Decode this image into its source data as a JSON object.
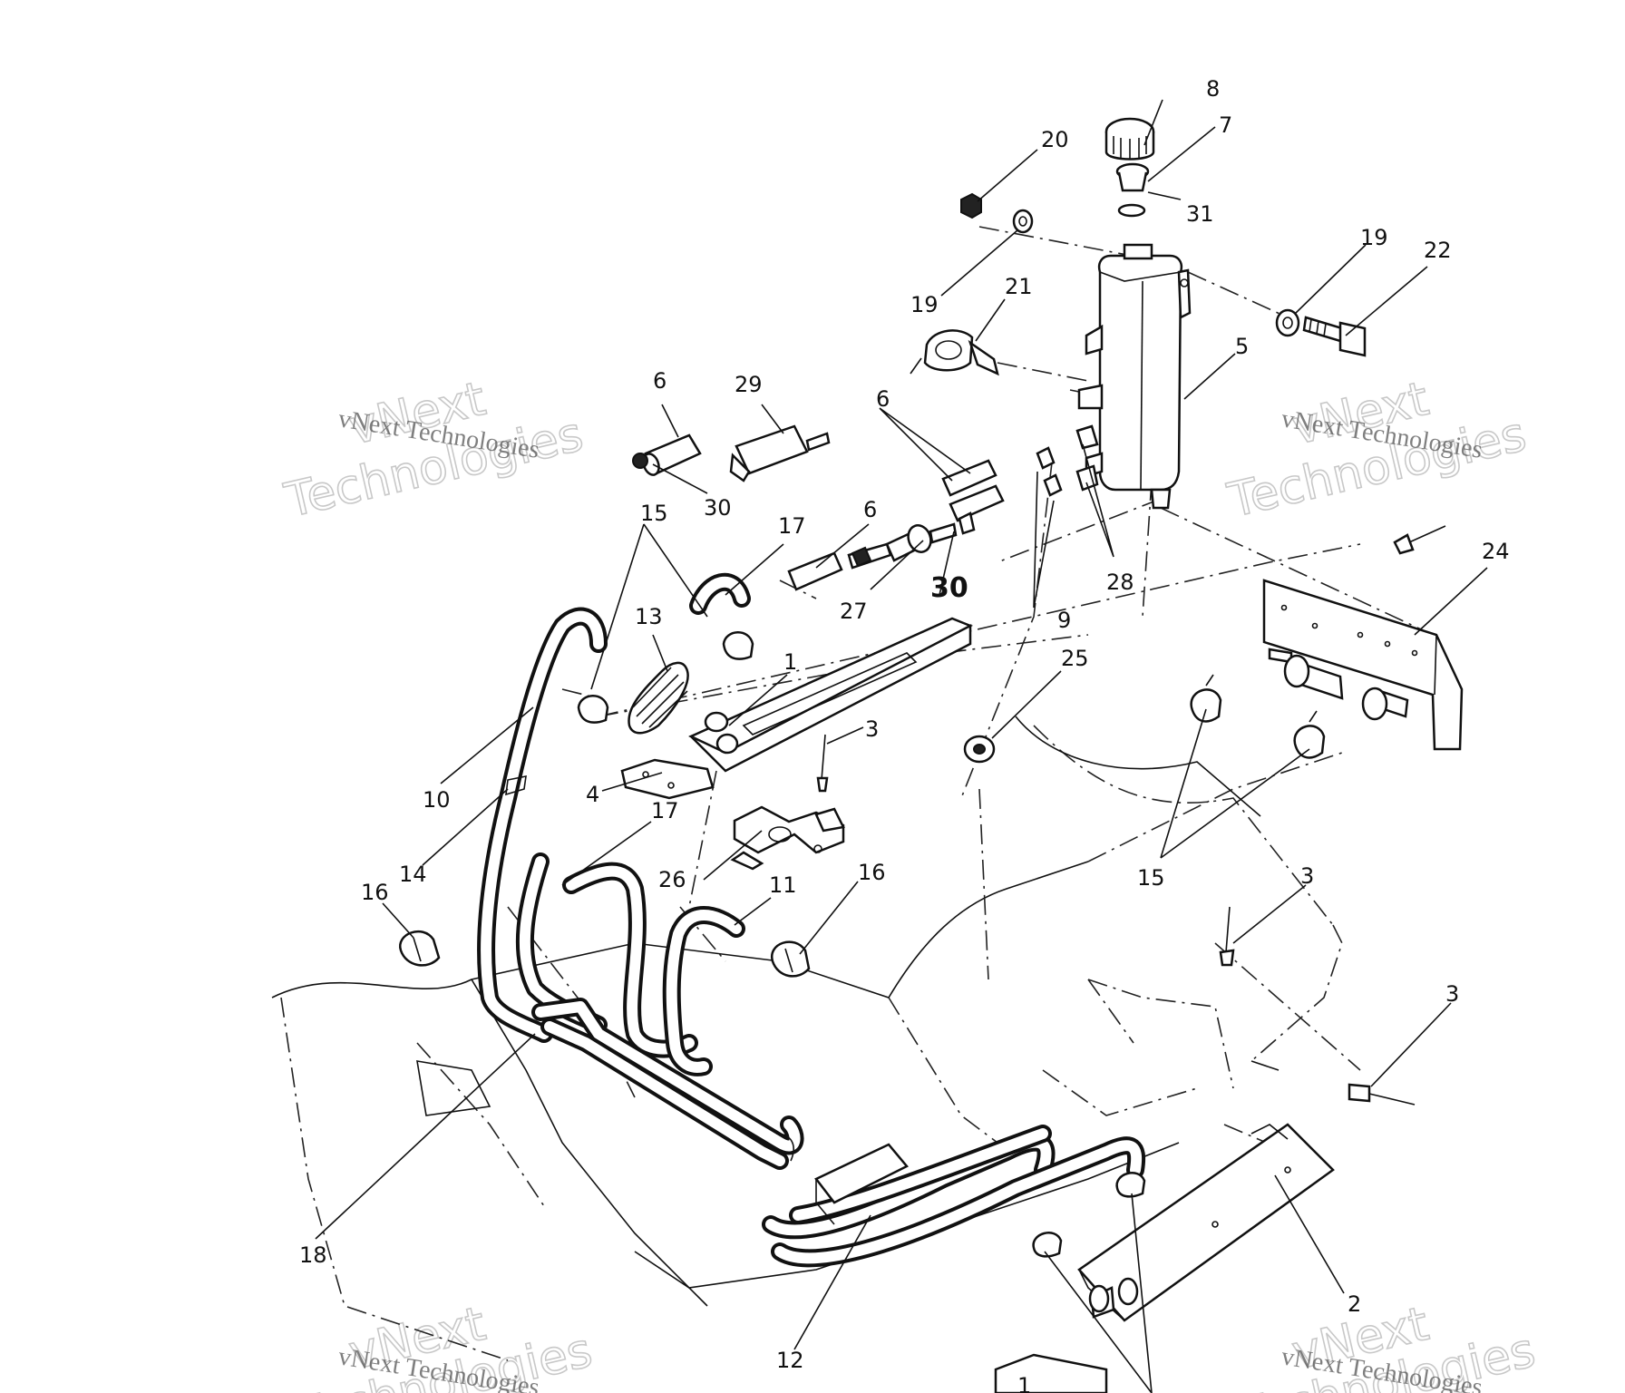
{
  "watermarks": {
    "brand": "vNext",
    "brand_sub": "Technologies",
    "full": "vNext Technologies"
  },
  "callouts": [
    "8",
    "7",
    "31",
    "20",
    "19",
    "19",
    "22",
    "21",
    "5",
    "6",
    "29",
    "6",
    "30",
    "15",
    "17",
    "6",
    "27",
    "30",
    "9",
    "28",
    "24",
    "13",
    "1",
    "25",
    "10",
    "3",
    "4",
    "17",
    "14",
    "26",
    "11",
    "16",
    "16",
    "15",
    "3",
    "3",
    "18",
    "2",
    "12",
    "1"
  ]
}
